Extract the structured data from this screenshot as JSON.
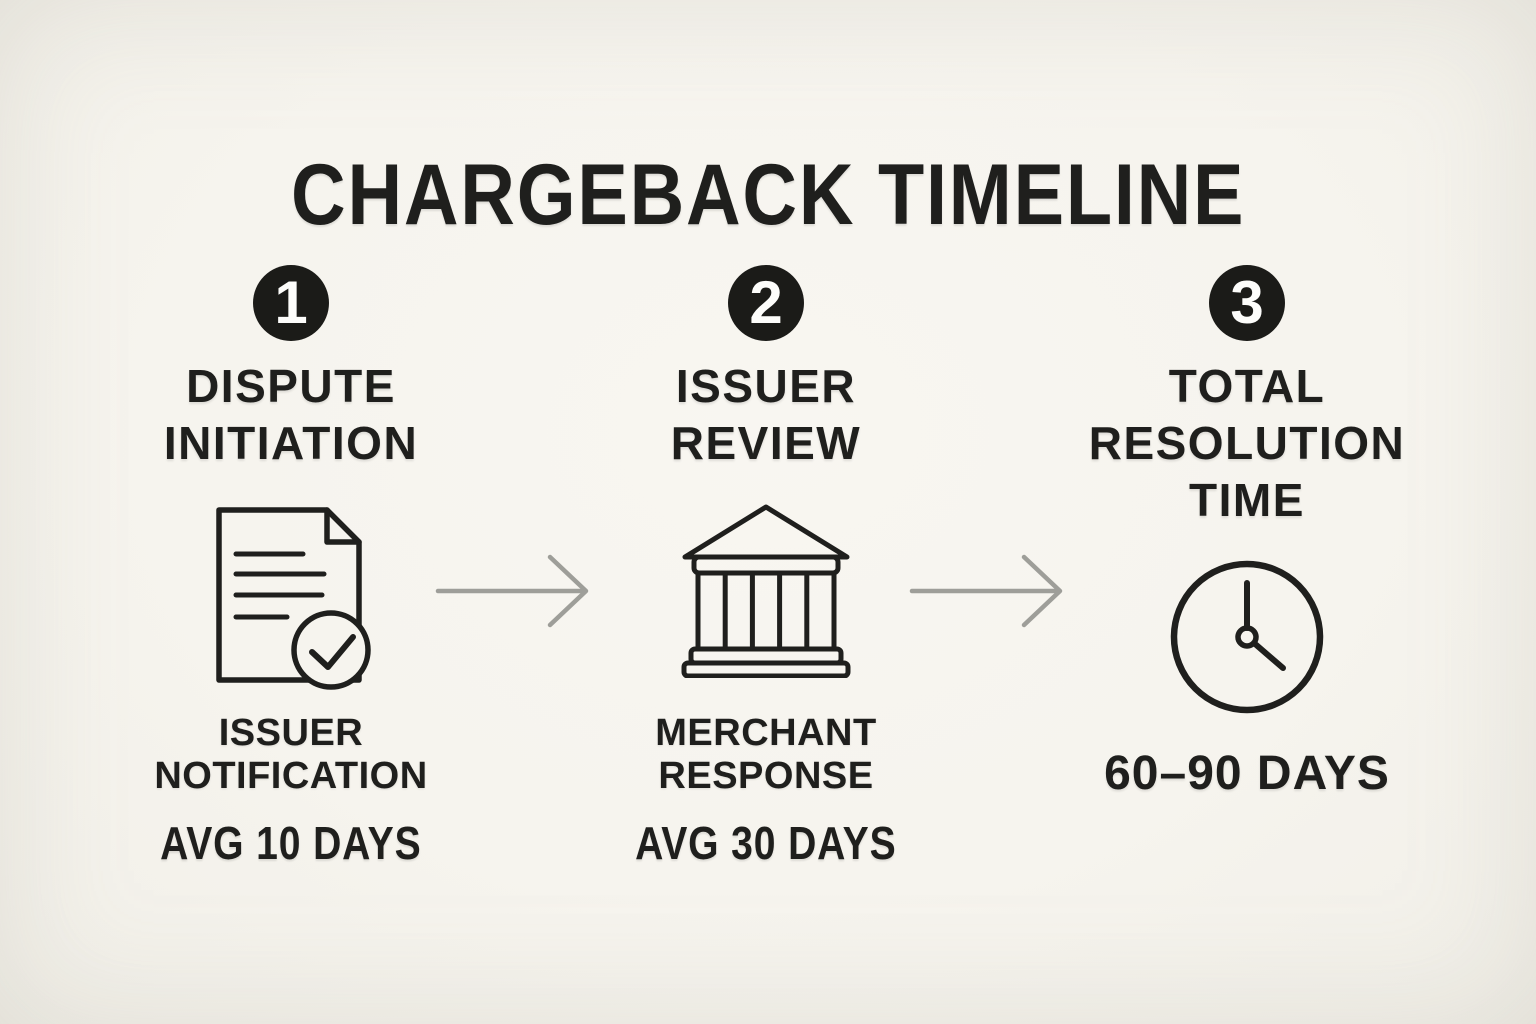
{
  "title": "CHARGEBACK TIMELINE",
  "steps": [
    {
      "number": "1",
      "heading_lines": [
        "DISPUTE",
        "INITIATION"
      ],
      "icon": "document-check-icon",
      "sublabel_lines": [
        "ISSUER",
        "NOTIFICATION"
      ],
      "duration": "AVG 10 DAYS"
    },
    {
      "number": "2",
      "heading_lines": [
        "ISSUER",
        "REVIEW"
      ],
      "icon": "bank-icon",
      "sublabel_lines": [
        "MERCHANT",
        "RESPONSE"
      ],
      "duration": "AVG 30 DAYS"
    },
    {
      "number": "3",
      "heading_lines": [
        "TOTAL",
        "RESOLUTION",
        "TIME"
      ],
      "icon": "clock-icon",
      "sublabel_lines": [],
      "duration": "60–90 DAYS"
    }
  ],
  "colors": {
    "background": "#f6f4ee",
    "ink": "#1f1f1d",
    "arrow": "#9e9e99",
    "badge_background": "#1b1b18",
    "badge_text": "#fdfdfb"
  }
}
